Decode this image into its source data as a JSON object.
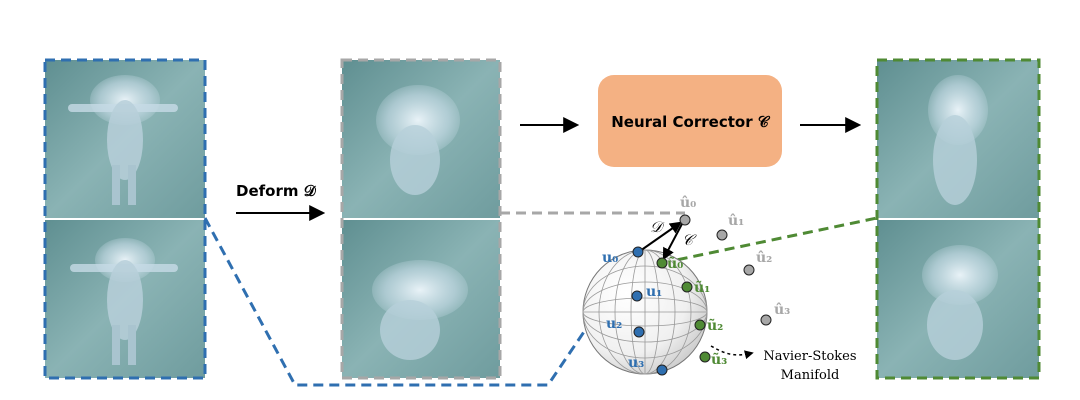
{
  "colors": {
    "blue": "#2f6fb0",
    "gray": "#a7a7a7",
    "green": "#4f8a34",
    "corrector_fill": "#f4b183",
    "panel_bg_1": "#6e9a9b",
    "panel_bg_2": "#8fb5b6"
  },
  "labels": {
    "deform": "Deform 𝒟",
    "corrector": "Neural Corrector 𝒞",
    "manifold_line1": "Navier-Stokes",
    "manifold_line2": "Manifold",
    "D": "𝒟",
    "C": "𝒞"
  },
  "points": {
    "blue": [
      "u₀",
      "u₁",
      "u₂",
      "u₃"
    ],
    "gray": [
      "û₀",
      "û₁",
      "û₂",
      "û₃"
    ],
    "green": [
      "ũ₀",
      "ũ₁",
      "ũ₂",
      "ũ₃"
    ]
  },
  "icons": [
    "arrow-right-icon",
    "sphere-icon",
    "smoke-figure-icon"
  ]
}
